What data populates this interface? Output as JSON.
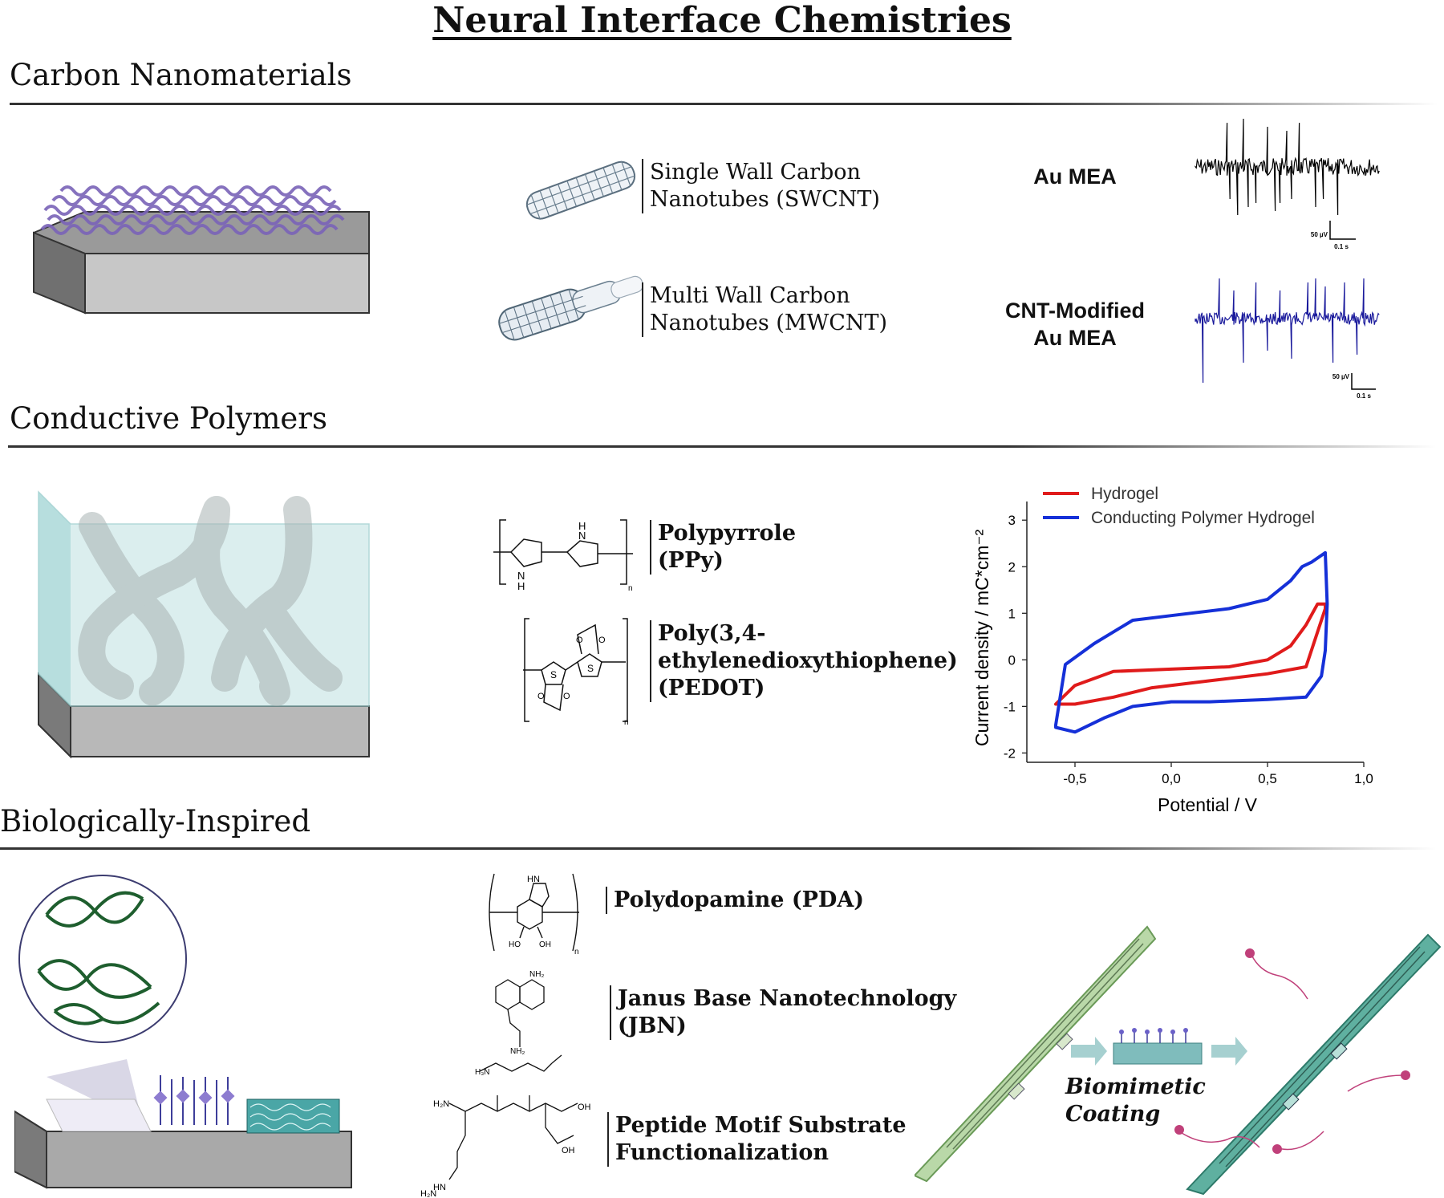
{
  "title": "Neural Interface Chemistries",
  "sections": [
    {
      "title": "Carbon Nanomaterials"
    },
    {
      "title": "Conductive Polymers"
    },
    {
      "title": "Biologically-Inspired"
    }
  ],
  "carbon": {
    "swcnt_label_1": "Single Wall Carbon",
    "swcnt_label_2": "Nanotubes (SWCNT)",
    "mwcnt_label_1": "Multi Wall Carbon",
    "mwcnt_label_2": "Nanotubes (MWCNT)",
    "trace1_label": "Au MEA",
    "trace2_label_1": "CNT-Modified",
    "trace2_label_2": "Au MEA",
    "scale_voltage": "50 µV",
    "scale_time": "0.1 s",
    "trace1_color": "#000000",
    "trace2_color": "#1a1a9c"
  },
  "polymers": {
    "ppy_label_1": "Polypyrrole",
    "ppy_label_2": "(PPy)",
    "pedot_label_1": "Poly(3,4-",
    "pedot_label_2": "ethylenedioxythiophene)",
    "pedot_label_3": "(PEDOT)"
  },
  "bio": {
    "pda_label": "Polydopamine (PDA)",
    "jbn_label_1": "Janus Base Nanotechnology",
    "jbn_label_2": "(JBN)",
    "peptide_label_1": "Peptide Motif Substrate",
    "peptide_label_2": "Functionalization",
    "coating_label_1": "Biomimetic",
    "coating_label_2": "Coating"
  },
  "chart_data": {
    "type": "line",
    "title": "",
    "xlabel": "Potential / V",
    "ylabel": "Current density / mC*cm⁻²",
    "xlim": [
      -0.75,
      1.0
    ],
    "ylim": [
      -2.2,
      3.4
    ],
    "xticks": [
      "-0,5",
      "0,0",
      "0,5",
      "1,0"
    ],
    "xtick_values": [
      -0.5,
      0.0,
      0.5,
      1.0
    ],
    "yticks": [
      "-2",
      "-1",
      "0",
      "1",
      "2",
      "3"
    ],
    "ytick_values": [
      -2,
      -1,
      0,
      1,
      2,
      3
    ],
    "legend_position": "top-right",
    "series": [
      {
        "name": "Hydrogel",
        "color": "#e01b1b",
        "x": [
          -0.6,
          -0.5,
          -0.3,
          0.0,
          0.3,
          0.5,
          0.62,
          0.7,
          0.76,
          0.8,
          0.8,
          0.7,
          0.5,
          0.2,
          -0.1,
          -0.3,
          -0.5,
          -0.6
        ],
        "y": [
          -0.95,
          -0.55,
          -0.25,
          -0.2,
          -0.15,
          0.0,
          0.3,
          0.75,
          1.2,
          1.2,
          1.1,
          -0.15,
          -0.3,
          -0.45,
          -0.6,
          -0.8,
          -0.95,
          -0.95
        ]
      },
      {
        "name": "Conducting Polymer Hydrogel",
        "color": "#1530d8",
        "x": [
          -0.6,
          -0.55,
          -0.4,
          -0.2,
          0.0,
          0.3,
          0.5,
          0.62,
          0.68,
          0.73,
          0.8,
          0.81,
          0.8,
          0.78,
          0.7,
          0.5,
          0.2,
          0.0,
          -0.2,
          -0.35,
          -0.5,
          -0.6,
          -0.6
        ],
        "y": [
          -1.4,
          -0.1,
          0.35,
          0.85,
          0.95,
          1.1,
          1.3,
          1.7,
          2.0,
          2.1,
          2.3,
          1.2,
          0.2,
          -0.35,
          -0.8,
          -0.85,
          -0.9,
          -0.9,
          -1.0,
          -1.25,
          -1.55,
          -1.45,
          -1.4
        ]
      }
    ]
  }
}
